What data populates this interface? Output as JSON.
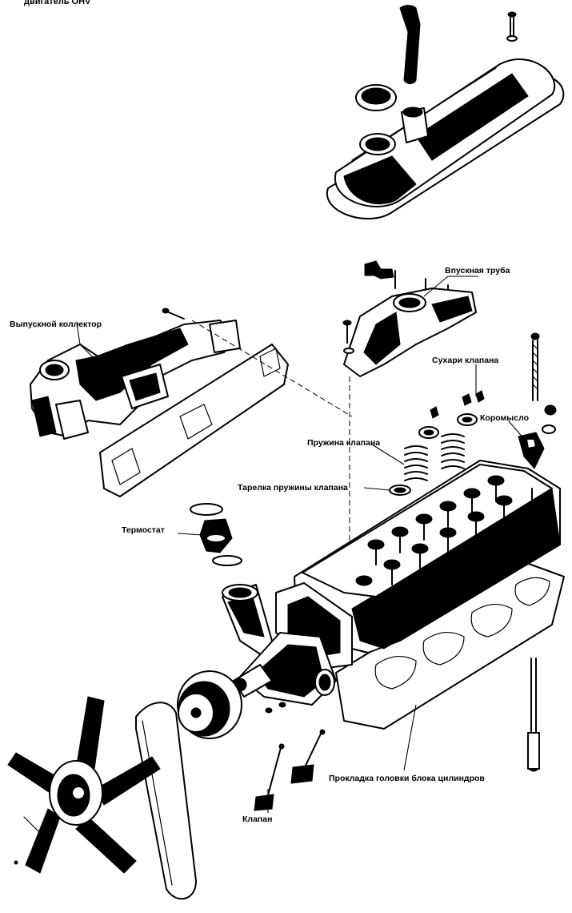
{
  "header": {
    "title": "двигатель OHV"
  },
  "labels": {
    "intake_pipe": "Впускная труба",
    "exhaust_manifold": "Выпускной коллектор",
    "valve_keepers": "Сухари клапана",
    "valve_spring": "Пружина клапана",
    "rocker_arm": "Коромысло",
    "spring_retainer": "Тарелка пружины клапана",
    "thermostat": "Термостат",
    "head_gasket": "Прокладка головки блока цилиндров",
    "valve": "Клапан"
  },
  "colors": {
    "ink": "#000000",
    "paper": "#ffffff"
  }
}
